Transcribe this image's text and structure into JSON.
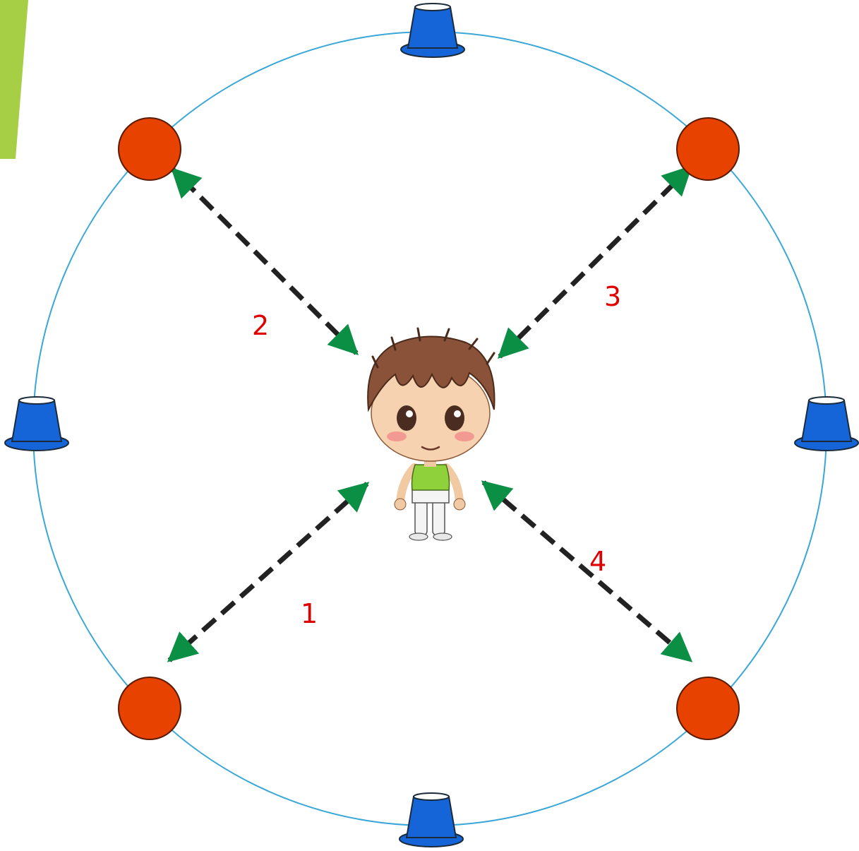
{
  "diagram": {
    "colors": {
      "boundary": "#3aa7d8",
      "cone": "#1565d8",
      "cone_outline": "#1a2a3a",
      "marker": "#e84200",
      "arrow_head": "#0a8f45",
      "dash": "#222222",
      "label": "#e00000",
      "accent_bar": "#a6cf46"
    },
    "routes": [
      {
        "number": "1",
        "direction": "bottom-left"
      },
      {
        "number": "2",
        "direction": "top-left"
      },
      {
        "number": "3",
        "direction": "top-right"
      },
      {
        "number": "4",
        "direction": "bottom-right"
      }
    ],
    "cones": [
      "top",
      "left",
      "right",
      "bottom"
    ],
    "player_icon": "child-player-icon"
  }
}
